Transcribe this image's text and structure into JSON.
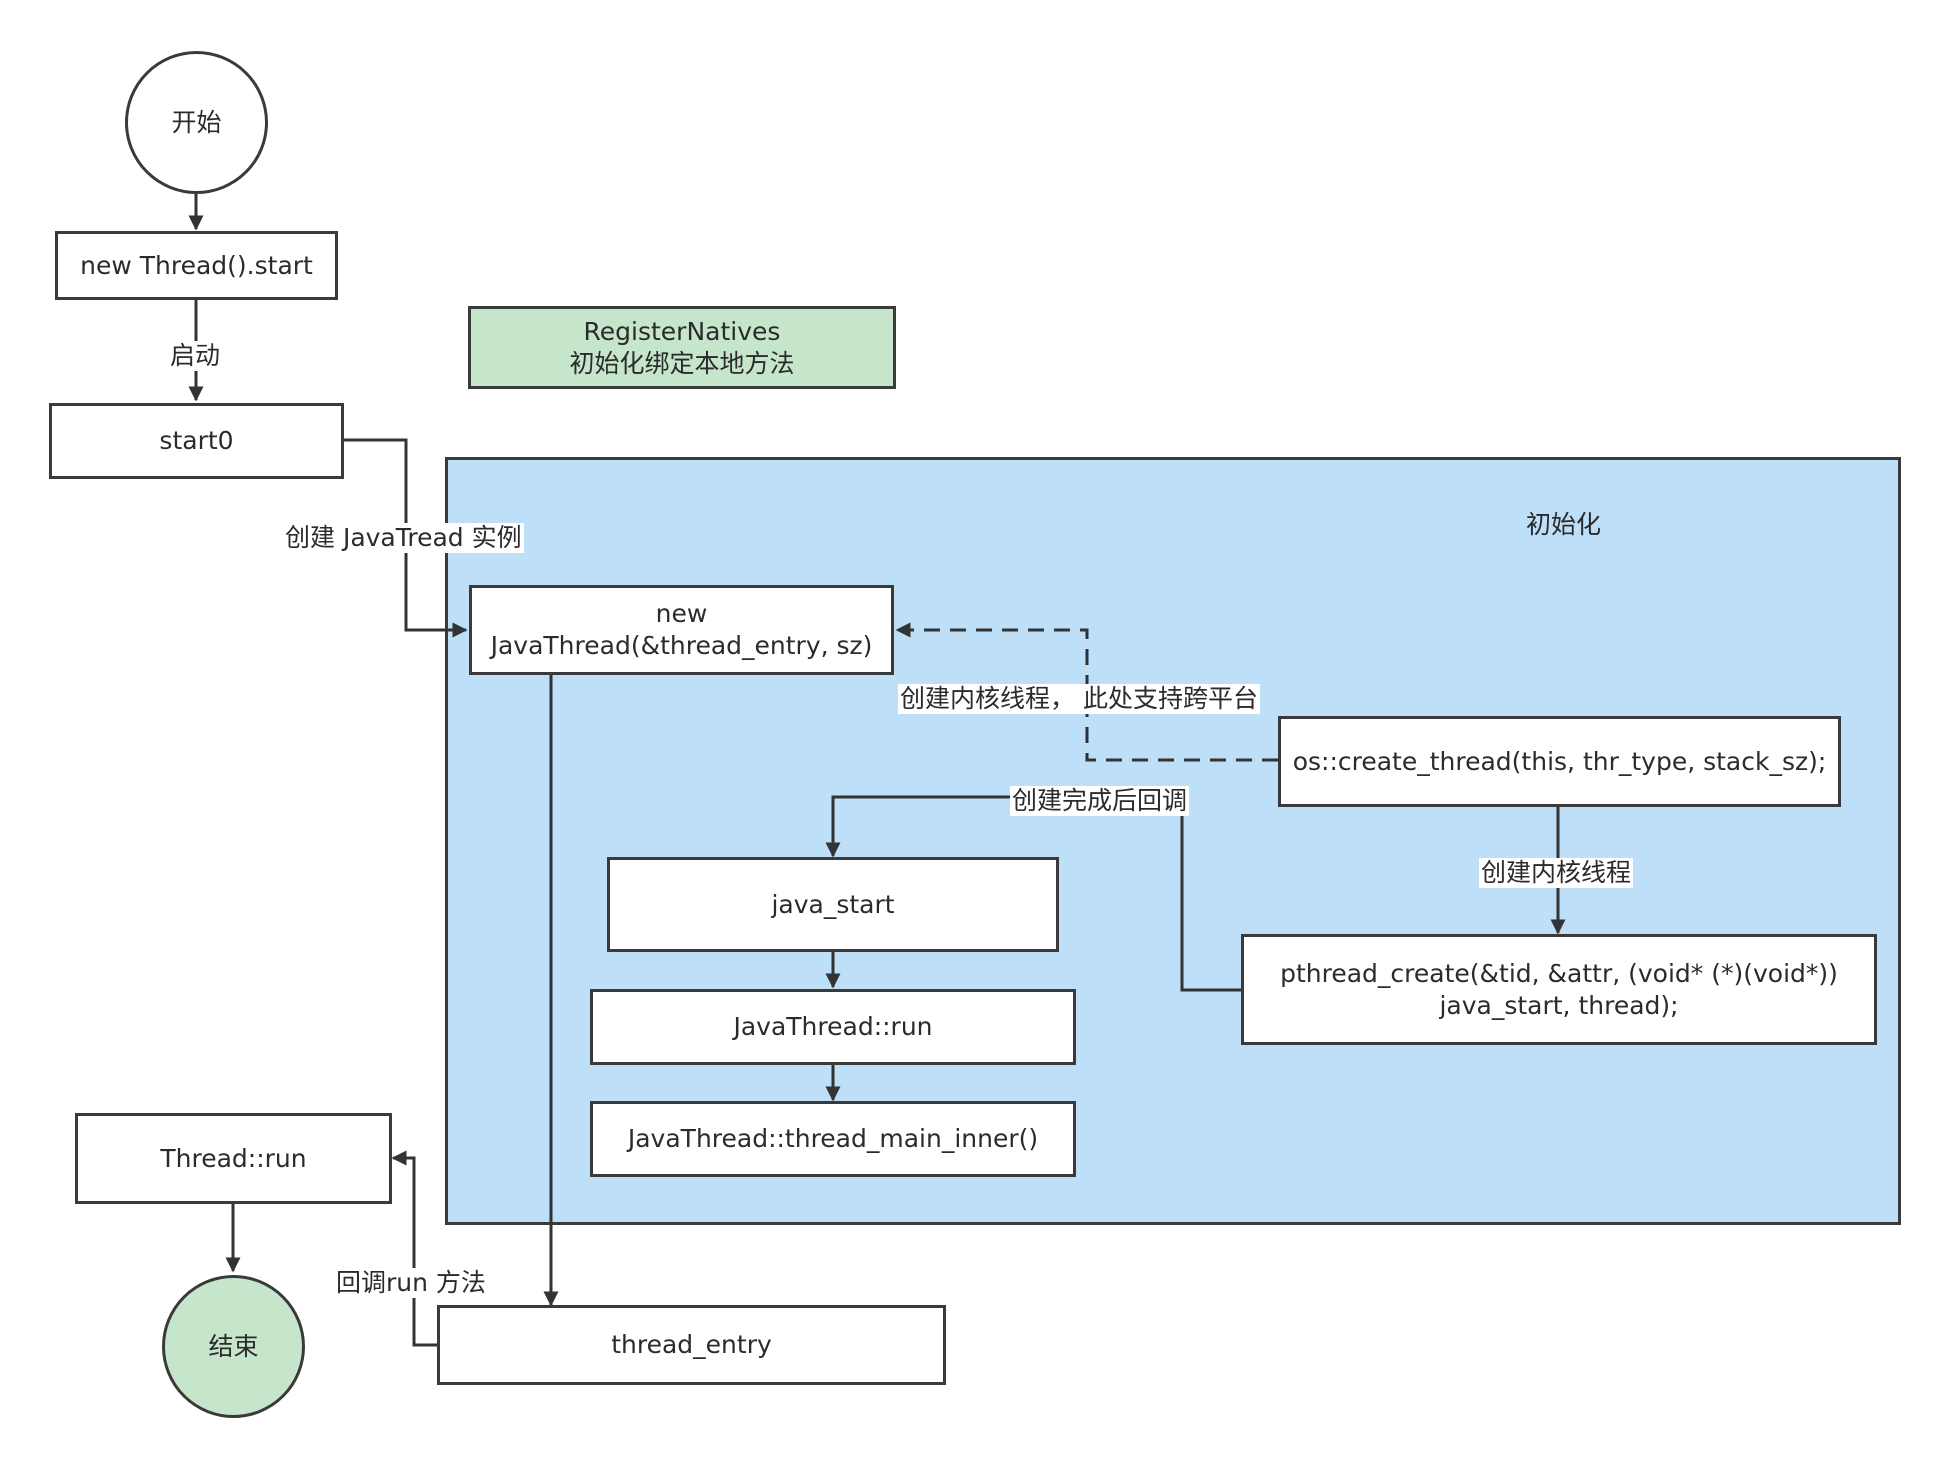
{
  "colors": {
    "stroke": "#333333",
    "group_fill": "#bddff8",
    "green_fill": "#c6e6cc",
    "node_fill": "#ffffff",
    "text": "#2b2b2b"
  },
  "group": {
    "title": "初始化"
  },
  "nodes": {
    "start": {
      "label": "开始"
    },
    "new_thread_start": {
      "label": "new Thread().start"
    },
    "start0": {
      "label": "start0"
    },
    "register_natives": {
      "label": "RegisterNatives\n初始化绑定本地方法"
    },
    "new_java_thread": {
      "label": "new\nJavaThread(&thread_entry, sz)"
    },
    "os_create_thread": {
      "label": "os::create_thread(this, thr_type, stack_sz);"
    },
    "pthread_create": {
      "label": "pthread_create(&tid, &attr, (void* (*)(void*))\njava_start, thread);"
    },
    "java_start": {
      "label": "java_start"
    },
    "java_thread_run": {
      "label": "JavaThread::run"
    },
    "thread_main_inner": {
      "label": "JavaThread::thread_main_inner()"
    },
    "thread_run": {
      "label": "Thread::run"
    },
    "end": {
      "label": "结束"
    },
    "thread_entry": {
      "label": "thread_entry"
    }
  },
  "edge_labels": {
    "qidong": "启动",
    "create_javatread": "创建 JavaTread 实例",
    "create_kernel_cross": "创建内核线程，  此处支持跨平台",
    "callback_after_create": "创建完成后回调",
    "create_kernel": "创建内核线程",
    "callback_run": "回调run 方法"
  }
}
